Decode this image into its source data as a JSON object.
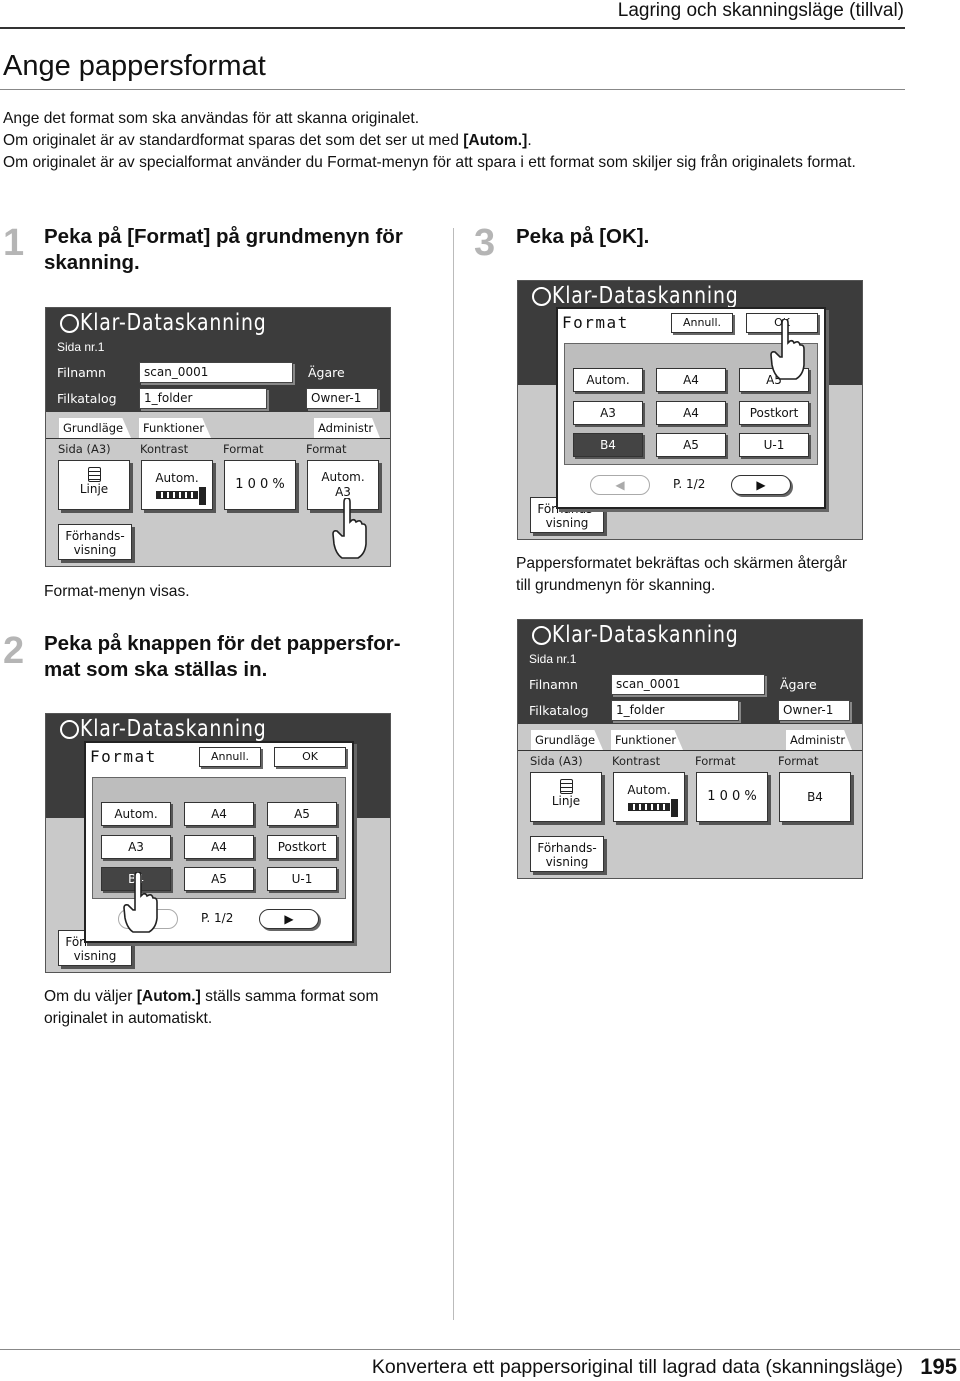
{
  "header": {
    "section": "Lagring och skanningsläge (tillval)"
  },
  "title": "Ange pappersformat",
  "intro": [
    "Ange det format som ska användas för att skanna originalet.",
    "Om originalet är av standardformat sparas det som det ser ut med ",
    "[Autom.]",
    ".",
    "Om originalet är av specialformat använder du Format-menyn för att spara i ett format som skiljer sig från originalets format."
  ],
  "steps": [
    {
      "num": "1",
      "line1": "Peka på [Format] på grundmenyn för",
      "line2": "skanning.",
      "note": "Format-menyn visas."
    },
    {
      "num": "2",
      "line1": "Peka på knappen för det pappersfor-",
      "line2": "mat som ska ställas in.",
      "note_pre": "Om du väljer ",
      "note_bold": "[Autom.]",
      "note_post": " ställs samma format som",
      "note_line2": "originalet in automatiskt."
    },
    {
      "num": "3",
      "line1": "Peka på [OK].",
      "note_line1": "Pappersformatet bekräftas och skärmen återgår",
      "note_line2": "till grundmenyn för skanning."
    }
  ],
  "screen": {
    "title": "Klar-Dataskanning",
    "sida": "Sida nr.1",
    "filnamn_label": "Filnamn",
    "filnamn_value": "scan_0001",
    "agare_label": "Ägare",
    "filkatalog_label": "Filkatalog",
    "filkatalog_value": "1_folder",
    "owner_value": "Owner-1",
    "tab_grund": "Grundläge",
    "tab_funk": "Funktioner",
    "tab_admin": "Administr",
    "sida_a3": "Sida  (A3)",
    "kontrast": "Kontrast",
    "format_label": "Format",
    "linje": "Linje",
    "autom": "Autom.",
    "percent": "1 0 0 %",
    "format_a3": "A3",
    "format_b4": "B4",
    "preview_l1": "Förhands-",
    "preview_l2": "visning"
  },
  "popup": {
    "title": "Format",
    "cancel": "Annull.",
    "ok": "OK",
    "buttons": [
      "Autom.",
      "A4",
      "A5",
      "A3",
      "A4",
      "Postkort",
      "B4",
      "A5",
      "U-1"
    ],
    "page": "P.",
    "page_num": "1/2",
    "prev_arrow": "◀",
    "next_arrow": "▶"
  },
  "footer": {
    "text": "Konvertera ett pappersoriginal till lagrad data (skanningsläge)",
    "page": "195"
  }
}
